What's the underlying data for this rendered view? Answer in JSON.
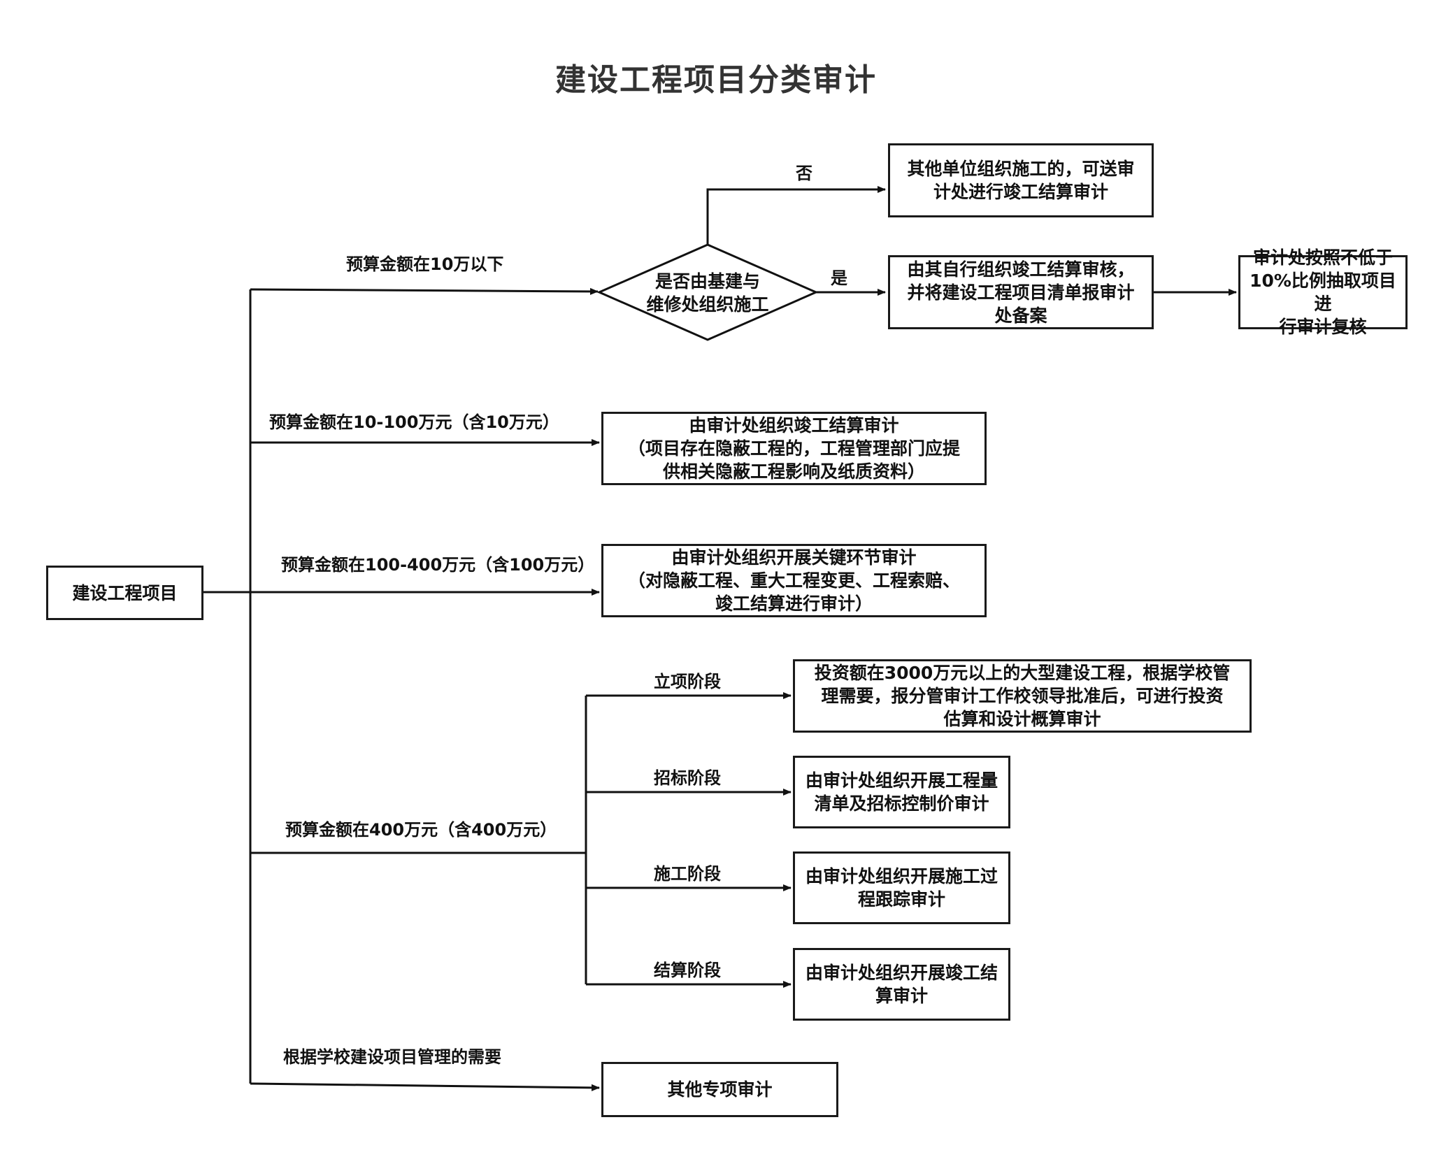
{
  "title": "建设工程项目分类审计",
  "root": "建设工程项目",
  "branches": {
    "under_10": {
      "label": "预算金额在10万以下",
      "decision": "是否由基建与\n维修处组织施工",
      "no_label": "否",
      "yes_label": "是",
      "no_box": "其他单位组织施工的，可送审\n计处进行竣工结算审计",
      "yes_box": "由其自行组织竣工结算审核，\n并将建设工程项目清单报审计\n处备案",
      "check_box": "审计处按照不低于\n10%比例抽取项目进\n行审计复核"
    },
    "b10_100": {
      "label": "预算金额在10-100万元（含10万元）",
      "box": "由审计处组织竣工结算审计\n（项目存在隐蔽工程的，工程管理部门应提\n供相关隐蔽工程影响及纸质资料）"
    },
    "b100_400": {
      "label": "预算金额在100-400万元（含100万元）",
      "box": "由审计处组织开展关键环节审计\n（对隐蔽工程、重大工程变更、工程索赔、\n竣工结算进行审计）"
    },
    "over_400": {
      "label": "预算金额在400万元（含400万元）",
      "stages": [
        {
          "label": "立项阶段",
          "box": "投资额在3000万元以上的大型建设工程，根据学校管\n理需要，报分管审计工作校领导批准后，可进行投资\n估算和设计概算审计"
        },
        {
          "label": "招标阶段",
          "box": "由审计处组织开展工程量\n清单及招标控制价审计"
        },
        {
          "label": "施工阶段",
          "box": "由审计处组织开展施工过\n程跟踪审计"
        },
        {
          "label": "结算阶段",
          "box": "由审计处组织开展竣工结\n算审计"
        }
      ]
    },
    "special": {
      "label": "根据学校建设项目管理的需要",
      "box": "其他专项审计"
    }
  }
}
